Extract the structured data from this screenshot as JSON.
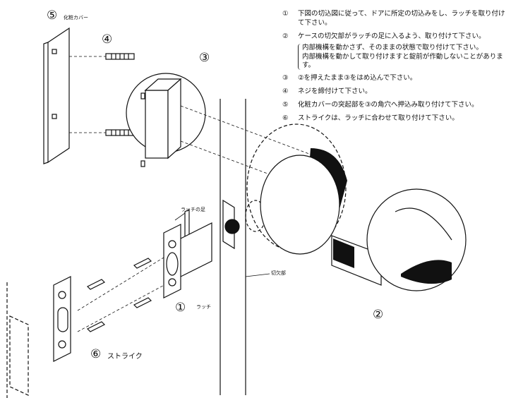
{
  "instructions": {
    "steps": [
      {
        "marker": "①",
        "text": "下図の切込図に従って、ドアに所定の切込みをし、ラッチを取り付けて下さい。"
      },
      {
        "marker": "②",
        "text": "ケースの切欠部がラッチの足に入るよう、取り付けて下さい。"
      },
      {
        "marker": "③",
        "text": "②を押えたまま③をはめ込んで下さい。"
      },
      {
        "marker": "④",
        "text": "ネジを締付けて下さい。"
      },
      {
        "marker": "⑤",
        "text": "化粧カバーの突起部を③の角穴へ押込み取り付けて下さい。"
      },
      {
        "marker": "⑥",
        "text": "ストライクは、ラッチに合わせて取り付けて下さい。"
      }
    ],
    "note": [
      "内部機構を動かさず、そのままの状態で取り付けて下さい。",
      "内部機構を動かして取り付けますと錠前が作動しないことがあります。"
    ]
  },
  "labels": {
    "cover_number": "⑤",
    "cover_name": "化粧カバー",
    "screw_number": "④",
    "plate_number": "③",
    "latch_leg": "ラッチの足",
    "latch_number": "①",
    "latch_name": "ラッチ",
    "cutout": "切欠部",
    "knob_number": "②",
    "strike_number": "⑥",
    "strike_name": "ストライク"
  }
}
